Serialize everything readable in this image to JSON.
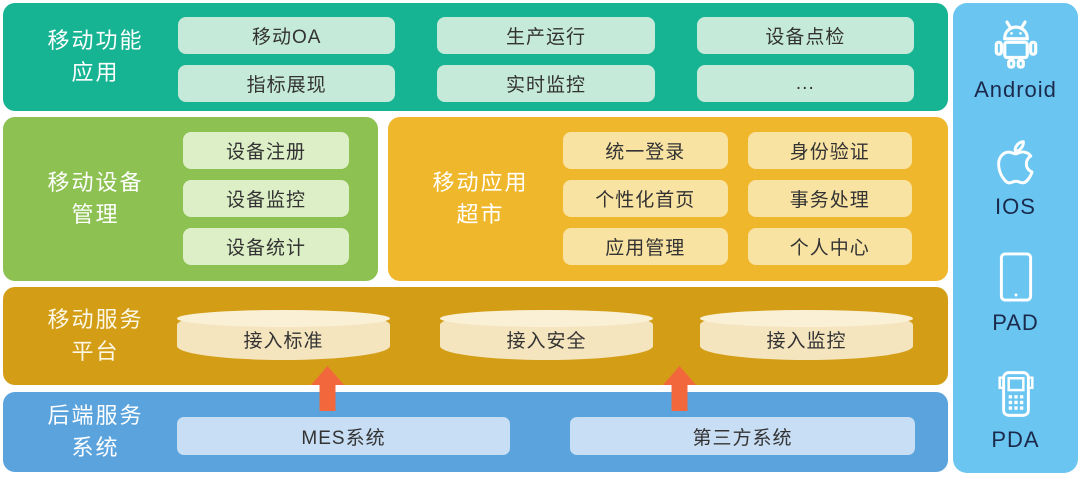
{
  "layers": {
    "functions": {
      "title_lines": [
        "移动功能",
        "应用"
      ],
      "items": [
        "移动OA",
        "生产运行",
        "设备点检",
        "指标展现",
        "实时监控",
        "..."
      ]
    },
    "device_mgmt": {
      "title_lines": [
        "移动设备",
        "管理"
      ],
      "items": [
        "设备注册",
        "设备监控",
        "设备统计"
      ]
    },
    "app_market": {
      "title_lines": [
        "移动应用",
        "超市"
      ],
      "items": [
        "统一登录",
        "身份验证",
        "个性化首页",
        "事务处理",
        "应用管理",
        "个人中心"
      ]
    },
    "service_platform": {
      "title_lines": [
        "移动服务",
        "平台"
      ],
      "items": [
        "接入标准",
        "接入安全",
        "接入监控"
      ]
    },
    "backend": {
      "title_lines": [
        "后端服务",
        "系统"
      ],
      "items": [
        "MES系统",
        "第三方系统"
      ]
    }
  },
  "sidebar": {
    "items": [
      {
        "label": "Android",
        "icon": "android-icon"
      },
      {
        "label": "IOS",
        "icon": "apple-icon"
      },
      {
        "label": "PAD",
        "icon": "tablet-icon"
      },
      {
        "label": "PDA",
        "icon": "handheld-icon"
      }
    ]
  },
  "colors": {
    "teal_layer": "#17b494",
    "teal_chip": "#c5ead9",
    "green_layer": "#8dc253",
    "green_chip": "#ddefc6",
    "gold_layer": "#efb72b",
    "gold_chip": "#f9e3a3",
    "dark_gold_layer": "#d39e16",
    "cylinder_body": "#f4e5bf",
    "cylinder_top": "#faf0d6",
    "blue_layer": "#5ba3dd",
    "blue_chip": "#c8def5",
    "sidebar_blue": "#6ac6f1",
    "arrow_orange": "#f2683c",
    "layer_title_text": "#ffffff",
    "chip_text": "#333333",
    "sidebar_text": "#1b2a4c"
  }
}
